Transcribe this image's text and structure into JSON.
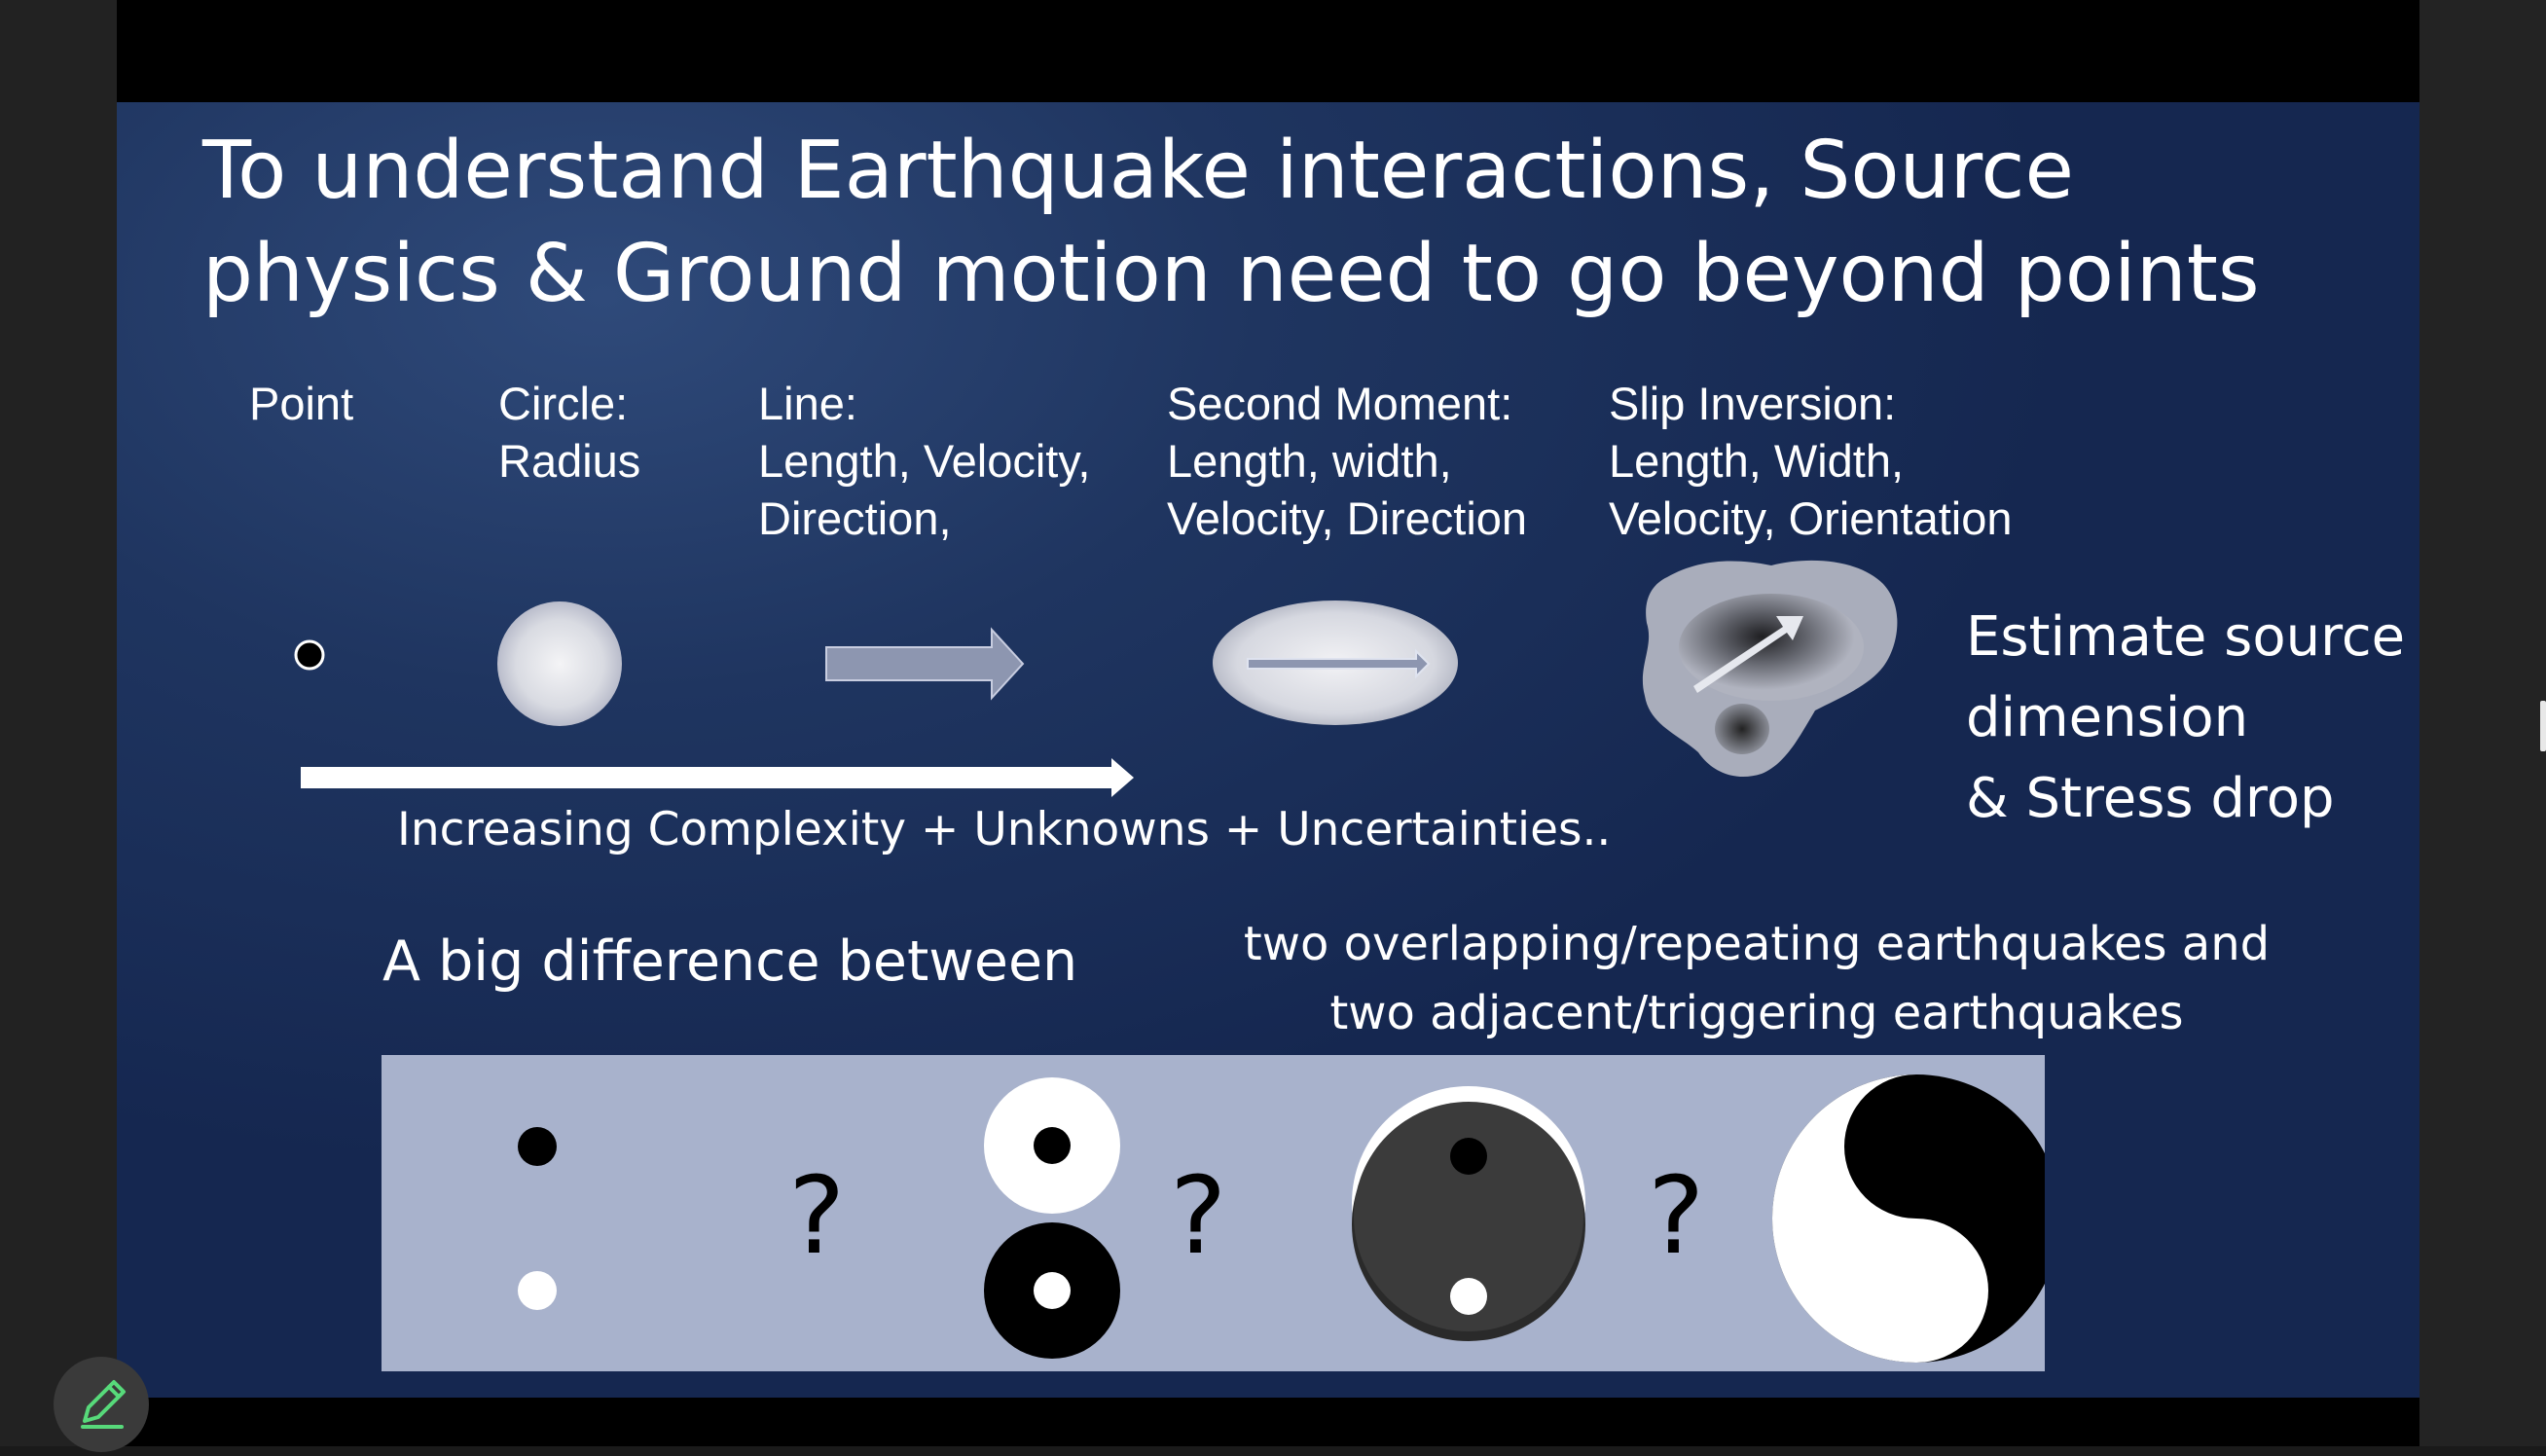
{
  "slide": {
    "title": "To understand Earthquake interactions, Source physics & Ground motion need to go beyond points",
    "categories": [
      {
        "label": "Point"
      },
      {
        "label": "Circle:\nRadius"
      },
      {
        "label": "Line:\nLength, Velocity,\nDirection,"
      },
      {
        "label": "Second Moment:\nLength, width,\nVelocity, Direction"
      },
      {
        "label": "Slip Inversion:\nLength, Width,\nVelocity, Orientation"
      }
    ],
    "estimate_text": "Estimate source\ndimension\n& Stress drop",
    "complexity_text": "Increasing Complexity + Unknowns + Uncertainties..",
    "difference_text": "A big difference between",
    "overlap_text": "two overlapping/repeating earthquakes and\ntwo adjacent/triggering earthquakes",
    "question_mark": "?"
  },
  "viewer": {
    "edit_icon": "pencil-icon",
    "accent_color": "#57d97a"
  }
}
